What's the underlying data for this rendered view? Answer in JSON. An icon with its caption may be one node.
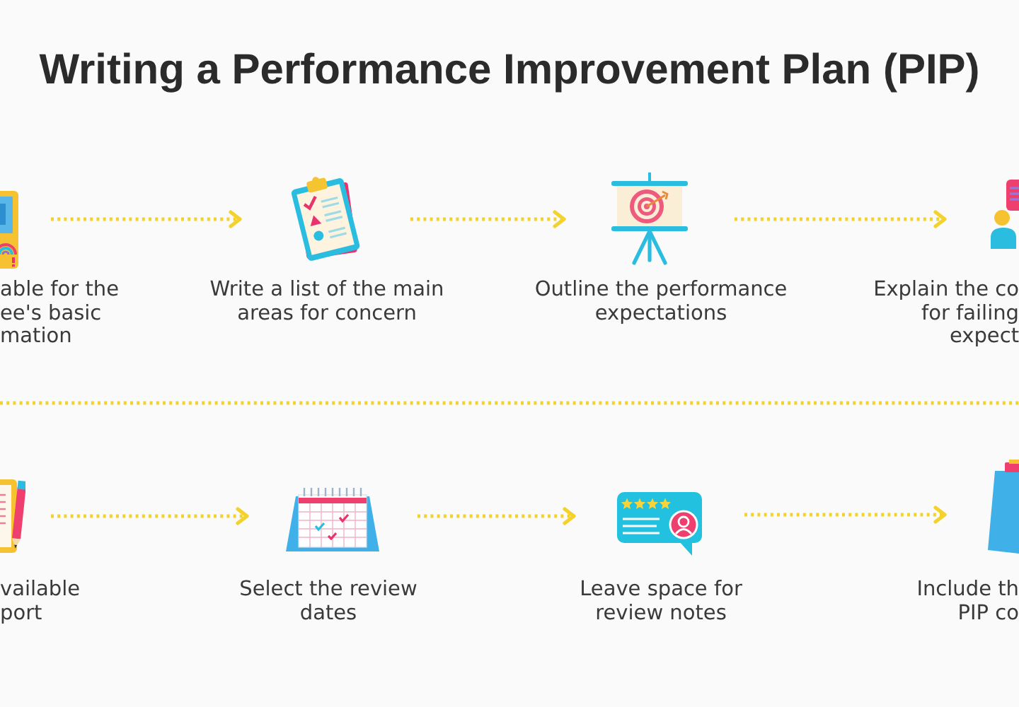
{
  "diagram": {
    "title": "Writing a Performance Improvement Plan (PIP)",
    "nodes": [
      {
        "text": [
          "able for the ee's basic mation"
        ]
      },
      {
        "text": [
          "Write a list of the main areas for concern"
        ]
      },
      {
        "text": [
          "Outline the performance expectations"
        ]
      },
      {
        "text": [
          "Explain the co for failing expect"
        ]
      },
      {
        "text": [
          "vailable port"
        ]
      },
      {
        "text": [
          "Select the review dates"
        ]
      },
      {
        "text": [
          "Leave space for review notes"
        ]
      },
      {
        "text": [
          "Include th PIP co"
        ]
      }
    ],
    "edges": [
      {
        "from": 0,
        "to": 1,
        "arrow": "to"
      },
      {
        "from": 1,
        "to": 2,
        "arrow": "to"
      },
      {
        "from": 2,
        "to": 3,
        "arrow": "to"
      },
      {
        "from": 4,
        "to": 5,
        "arrow": "to"
      },
      {
        "from": 5,
        "to": 6,
        "arrow": "to"
      },
      {
        "from": 6,
        "to": 7,
        "arrow": "to"
      }
    ]
  }
}
